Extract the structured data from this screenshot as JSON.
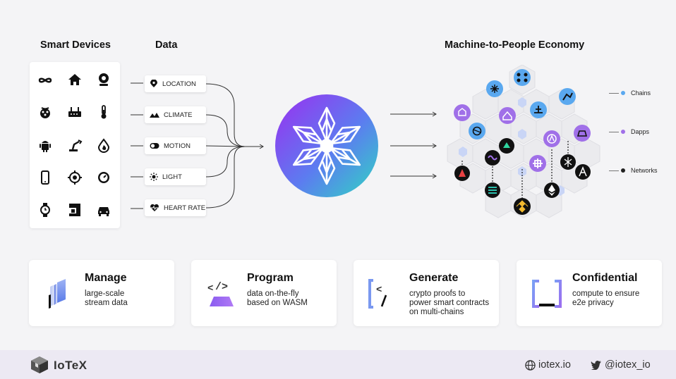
{
  "headings": {
    "smart_devices": "Smart Devices",
    "data": "Data",
    "economy": "Machine-to-People Economy"
  },
  "devices": [
    "infinity-icon",
    "home-icon",
    "webcam-icon",
    "raspberry-icon",
    "router-icon",
    "thermometer-icon",
    "android-icon",
    "robot-arm-icon",
    "water-drop-icon",
    "smartphone-icon",
    "target-icon",
    "gauge-icon",
    "smartwatch-icon",
    "coffee-machine-icon",
    "car-icon"
  ],
  "data_items": [
    {
      "label": "LOCATION",
      "icon": "location-pin-icon"
    },
    {
      "label": "CLIMATE",
      "icon": "mountain-icon"
    },
    {
      "label": "MOTION",
      "icon": "toggle-icon"
    },
    {
      "label": "LIGHT",
      "icon": "sun-icon"
    },
    {
      "label": "HEART RATE",
      "icon": "heart-rate-icon"
    }
  ],
  "legend": [
    {
      "label": "Chains",
      "color": "#5aa8ef"
    },
    {
      "label": "Dapps",
      "color": "#a070e8"
    },
    {
      "label": "Networks",
      "color": "#222222"
    }
  ],
  "cards": [
    {
      "title": "Manage",
      "desc": "large-scale\nstream data",
      "icon": "stream-layers-icon"
    },
    {
      "title": "Program",
      "desc": "data on-the-fly\nbased on WASM",
      "icon": "code-prism-icon"
    },
    {
      "title": "Generate",
      "desc": "crypto proofs to\npower smart contracts\non multi-chains",
      "icon": "bracket-code-icon"
    },
    {
      "title": "Confidential",
      "desc": "compute to ensure\ne2e privacy",
      "icon": "secure-bracket-icon"
    }
  ],
  "footer": {
    "brand": "IoTeX",
    "website": "iotex.io",
    "twitter": "@iotex_io"
  },
  "colors": {
    "chain_blue": "#5aa8ef",
    "dapp_purple": "#a070e8",
    "network_black": "#1a1a1a",
    "brand_gradient_start": "#8a2be2",
    "brand_gradient_end": "#33d1c6"
  }
}
